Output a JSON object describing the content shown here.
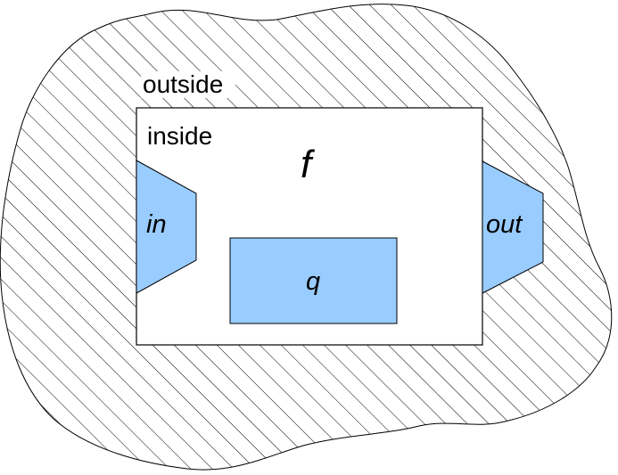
{
  "labels": {
    "outside": "outside",
    "inside": "inside",
    "function": "f",
    "input_port": "in",
    "output_port": "out",
    "state": "q"
  },
  "colors": {
    "port_fill": "#99ccff",
    "box_fill": "#ffffff",
    "stroke": "#000000",
    "hatch": "#000000",
    "background": "#ffffff"
  },
  "styles": {
    "outside_region": "diagonal-hatched"
  }
}
